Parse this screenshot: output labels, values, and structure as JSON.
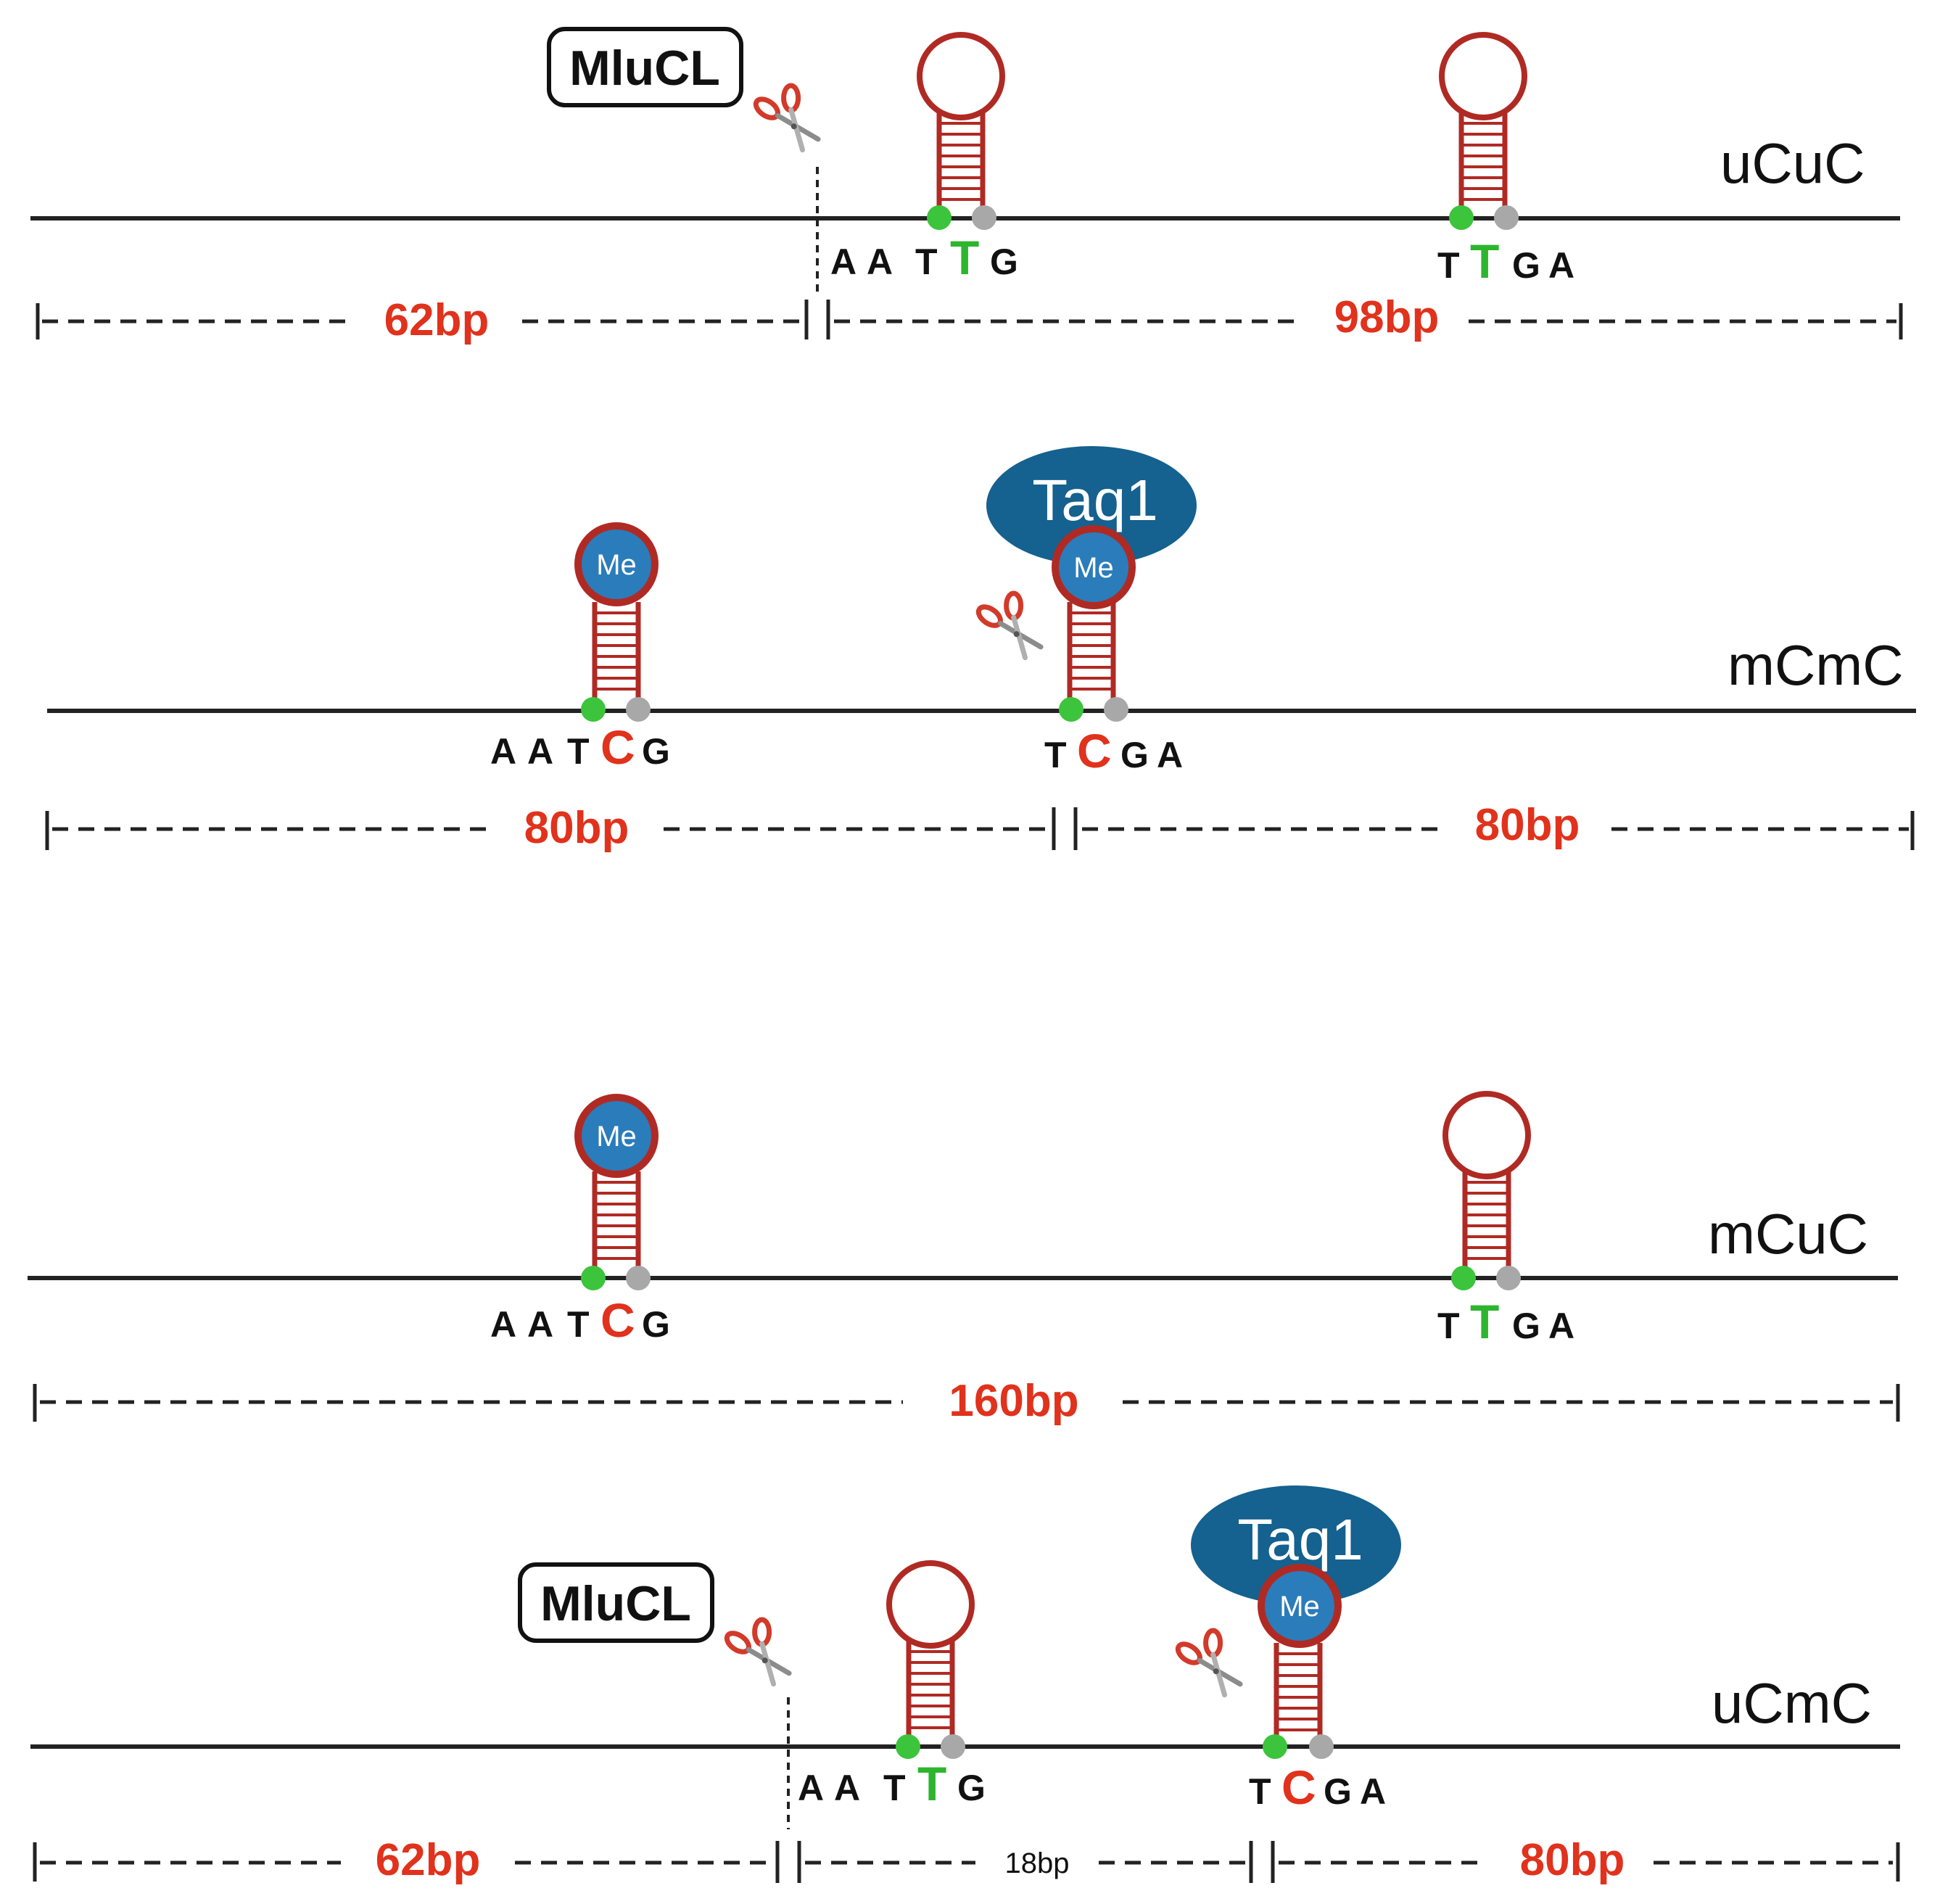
{
  "colors": {
    "strand": "#222222",
    "hairpin": "#b02a24",
    "size_label": "#e0321c",
    "unmethylated_base": "#2db52d",
    "methylated_base": "#e0321c",
    "green_dot": "#3cc43c",
    "gray_dot": "#a8a8a8",
    "enzyme_oval": "#15618f",
    "me_circle": "#2b7cba"
  },
  "panels": [
    {
      "strand_label": "uCuC",
      "enzyme_box": "MluCL",
      "sites": [
        {
          "bases": [
            "A",
            "A",
            "T",
            "T",
            "G"
          ],
          "modified_base": "T",
          "methylated": false
        },
        {
          "bases": [
            "T",
            "T",
            "G",
            "A"
          ],
          "modified_base": "T",
          "methylated": false
        }
      ],
      "fragments": [
        "62bp",
        "98bp"
      ]
    },
    {
      "strand_label": "mCmC",
      "enzyme_oval": "Taq1",
      "me_label": "Me",
      "sites": [
        {
          "bases": [
            "A",
            "A",
            "T",
            "C",
            "G"
          ],
          "modified_base": "C",
          "methylated": true
        },
        {
          "bases": [
            "T",
            "C",
            "G",
            "A"
          ],
          "modified_base": "C",
          "methylated": true
        }
      ],
      "fragments": [
        "80bp",
        "80bp"
      ]
    },
    {
      "strand_label": "mCuC",
      "me_label": "Me",
      "sites": [
        {
          "bases": [
            "A",
            "A",
            "T",
            "C",
            "G"
          ],
          "modified_base": "C",
          "methylated": true
        },
        {
          "bases": [
            "T",
            "T",
            "G",
            "A"
          ],
          "modified_base": "T",
          "methylated": false
        }
      ],
      "fragments": [
        "160bp"
      ]
    },
    {
      "strand_label": "uCmC",
      "enzyme_box": "MluCL",
      "enzyme_oval": "Taq1",
      "me_label": "Me",
      "sites": [
        {
          "bases": [
            "A",
            "A",
            "T",
            "T",
            "G"
          ],
          "modified_base": "T",
          "methylated": false
        },
        {
          "bases": [
            "T",
            "C",
            "G",
            "A"
          ],
          "modified_base": "C",
          "methylated": true
        }
      ],
      "fragments": [
        "62bp",
        "18bp",
        "80bp"
      ]
    }
  ]
}
